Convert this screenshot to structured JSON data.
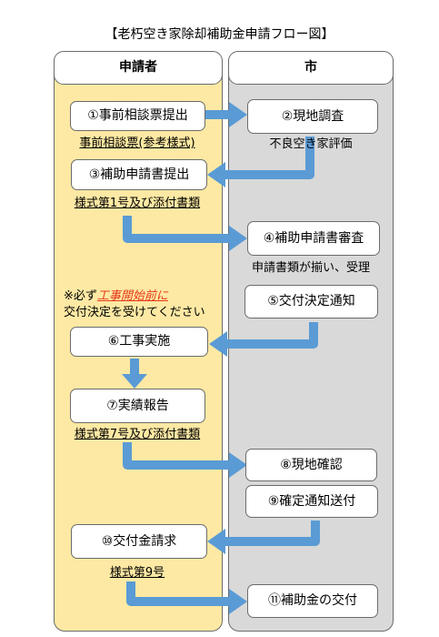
{
  "title": "【老朽空き家除却補助金申請フロー図】",
  "lanes": {
    "applicant": "申請者",
    "city": "市"
  },
  "steps": {
    "s1": "①事前相談票提出",
    "s2": "②現地調査",
    "s3": "③補助申請書提出",
    "s4": "④補助申請書審査",
    "s5": "⑤交付決定通知",
    "s6": "⑥工事実施",
    "s7": "⑦実績報告",
    "s8": "⑧現地確認",
    "s9": "⑨確定通知送付",
    "s10": "⑩交付金請求",
    "s11": "⑪補助金の交付"
  },
  "notes": {
    "n1": "事前相談票(参考様式)",
    "n2": "不良空き家評価",
    "n3": "様式第1号及び添付書類",
    "n4": "申請書類が揃い、受理",
    "n5_prefix": "※必ず",
    "n5_emphasis": "工事開始前に",
    "n5_line2": "交付決定を受けてください",
    "n7": "様式第7号及び添付書類",
    "n10": "様式第9号"
  },
  "colors": {
    "applicant_lane": "#fde9a3",
    "city_lane": "#d9d9d9",
    "arrow": "#5b9bd5",
    "emphasis": "#e8381a"
  }
}
